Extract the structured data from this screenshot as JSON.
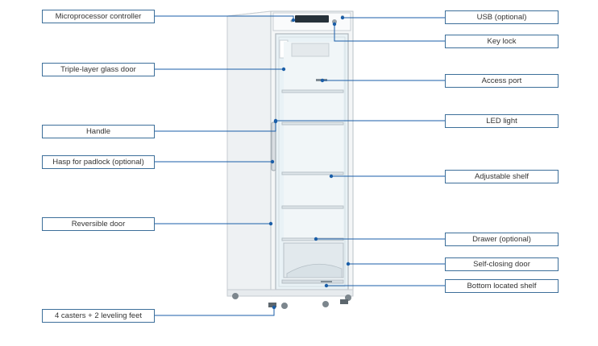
{
  "colors": {
    "callout": "#1a5ea8",
    "box_border": "#3d6f9a",
    "label_text": "#333333",
    "product_body": "#f4f6f7",
    "glass": "#e9f2f6"
  },
  "labels": {
    "microprocessor_controller": "Microprocessor controller",
    "triple_layer_glass_door": "Triple-layer glass door",
    "handle": "Handle",
    "hasp_for_padlock": "Hasp for padlock (optional)",
    "reversible_door": "Reversible door",
    "casters_leveling_feet": "4 casters + 2 leveling feet",
    "usb": "USB (optional)",
    "key_lock": "Key lock",
    "access_port": "Access port",
    "led_light": "LED light",
    "adjustable_shelf": "Adjustable shelf",
    "drawer": "Drawer (optional)",
    "self_closing_door": "Self-closing door",
    "bottom_located_shelf": "Bottom located shelf"
  }
}
